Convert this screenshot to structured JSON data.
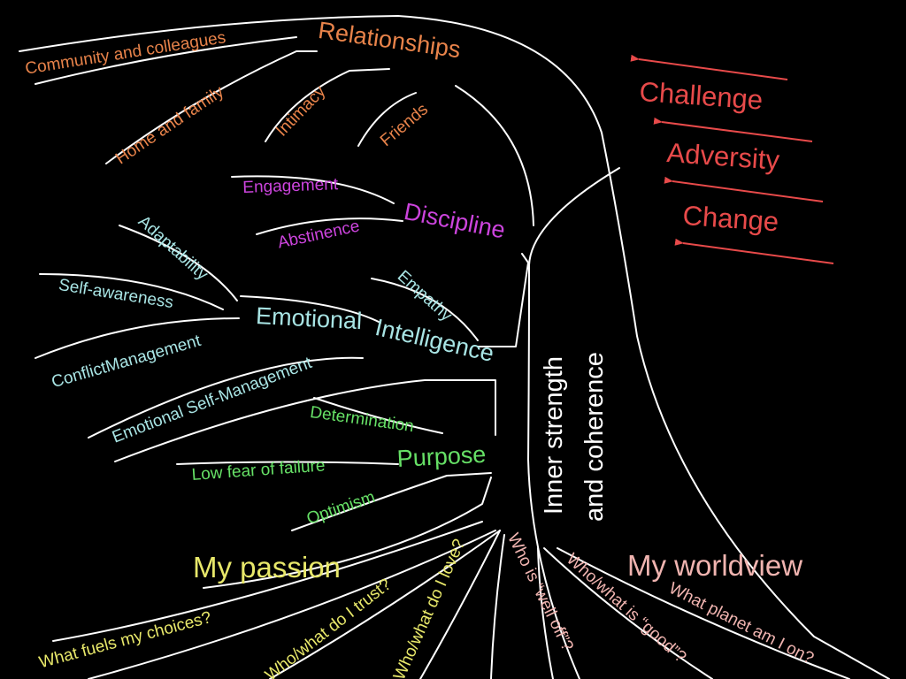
{
  "colors": {
    "background": "#000000",
    "lines": "#ffffff",
    "relationships": "#e8834a",
    "discipline": "#cc44dd",
    "emotional_intelligence": "#a8e4e4",
    "purpose": "#66e066",
    "passion": "#e8e86a",
    "worldview": "#f0b4b0",
    "forces": "#e84a4a",
    "trunk": "#ffffff"
  },
  "relationships": {
    "title": "Relationships",
    "branches": [
      "Community and colleagues",
      "Home and family",
      "Intimacy",
      "Friends"
    ]
  },
  "discipline": {
    "title": "Discipline",
    "branches": [
      "Engagement",
      "Abstinence"
    ]
  },
  "emotional_intelligence": {
    "title_part1": "Emotional",
    "title_part2": "Intelligence",
    "branches": [
      "Adaptability",
      "Self-awareness",
      "ConflictManagement",
      "Emotional  Self-Management",
      "Empathy"
    ]
  },
  "purpose": {
    "title": "Purpose",
    "branches": [
      "Determination",
      "Low fear of failure",
      "Optimism"
    ]
  },
  "trunk": {
    "line1": "Inner strength",
    "line2": "and coherence"
  },
  "passion": {
    "title": "My passion",
    "roots": [
      "What fuels my choices?",
      "Who/what do I trust?",
      "Who/what do I love?"
    ]
  },
  "worldview": {
    "title": "My worldview",
    "roots": [
      "Who is “well off”?",
      "Who/what is “good”?",
      "What planet am I on?"
    ]
  },
  "forces": [
    "Challenge",
    "Adversity",
    "Change"
  ]
}
